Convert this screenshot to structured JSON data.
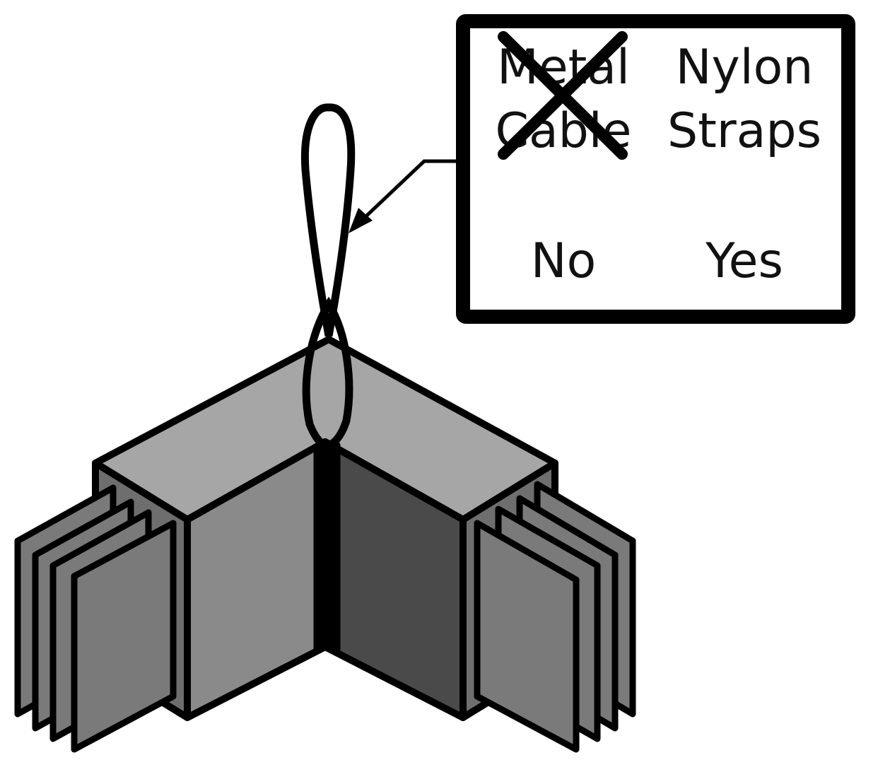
{
  "callout": {
    "left_header_line1": "Metal",
    "left_header_line2": "Cable",
    "right_header_line1": "Nylon",
    "right_header_line2": "Straps",
    "left_answer": "No",
    "right_answer": "Yes"
  },
  "colors": {
    "ink": "#000000",
    "top_face": "#a6a6a6",
    "front_left_face": "#8a8a8a",
    "front_right_face": "#4a4a4a",
    "end_face": "#6e6e6e",
    "plate": "#7a7a7a",
    "background": "#ffffff"
  }
}
